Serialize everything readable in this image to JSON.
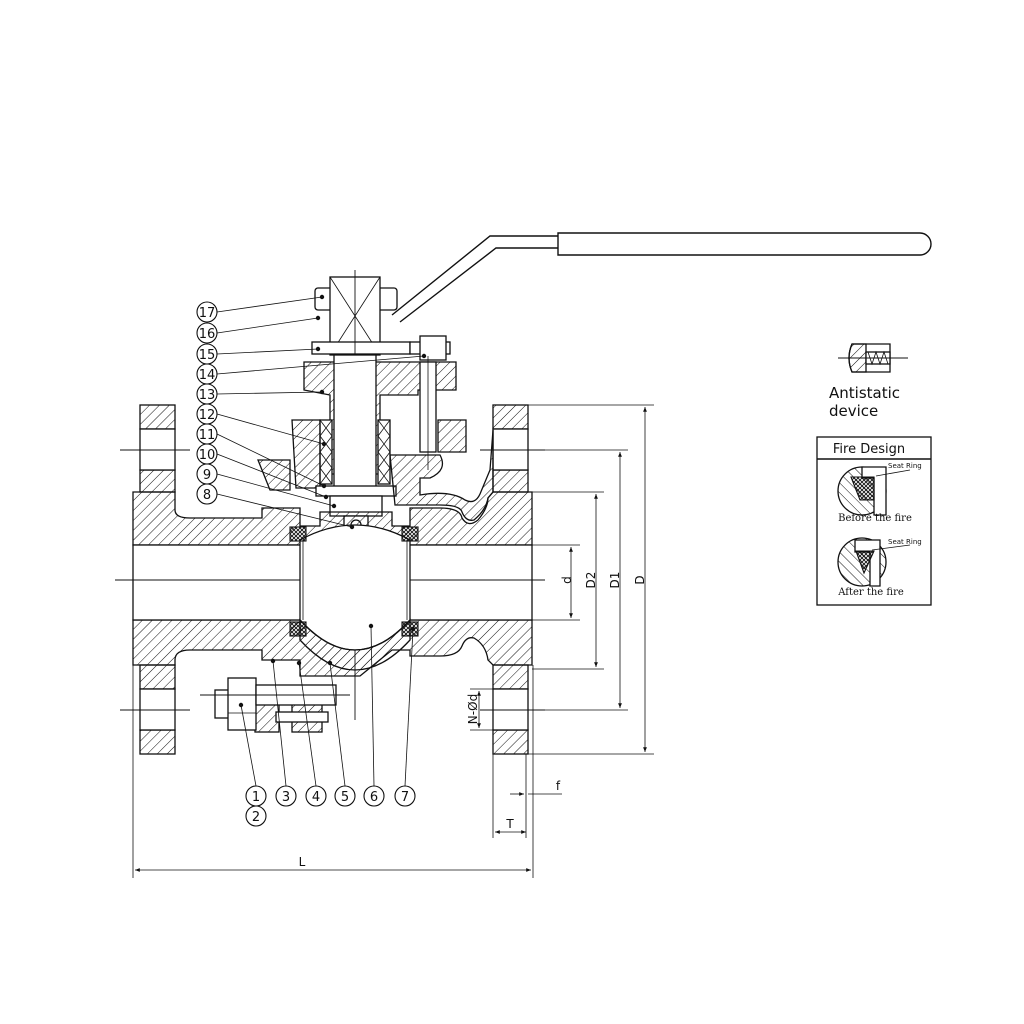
{
  "part_numbers": [
    "1",
    "2",
    "3",
    "4",
    "5",
    "6",
    "7",
    "8",
    "9",
    "10",
    "11",
    "12",
    "13",
    "14",
    "15",
    "16",
    "17"
  ],
  "dimensions": {
    "L": "L",
    "T": "T",
    "f": "f",
    "d": "d",
    "D": "D",
    "D1": "D1",
    "D2": "D2",
    "Nd": "N-Ød"
  },
  "antistatic": {
    "line1": "Antistatic",
    "line2": "device"
  },
  "fire_design": {
    "title": "Fire Design",
    "seat_ring": "Seat Ring",
    "before": "Before the fire",
    "after": "After the fire"
  }
}
